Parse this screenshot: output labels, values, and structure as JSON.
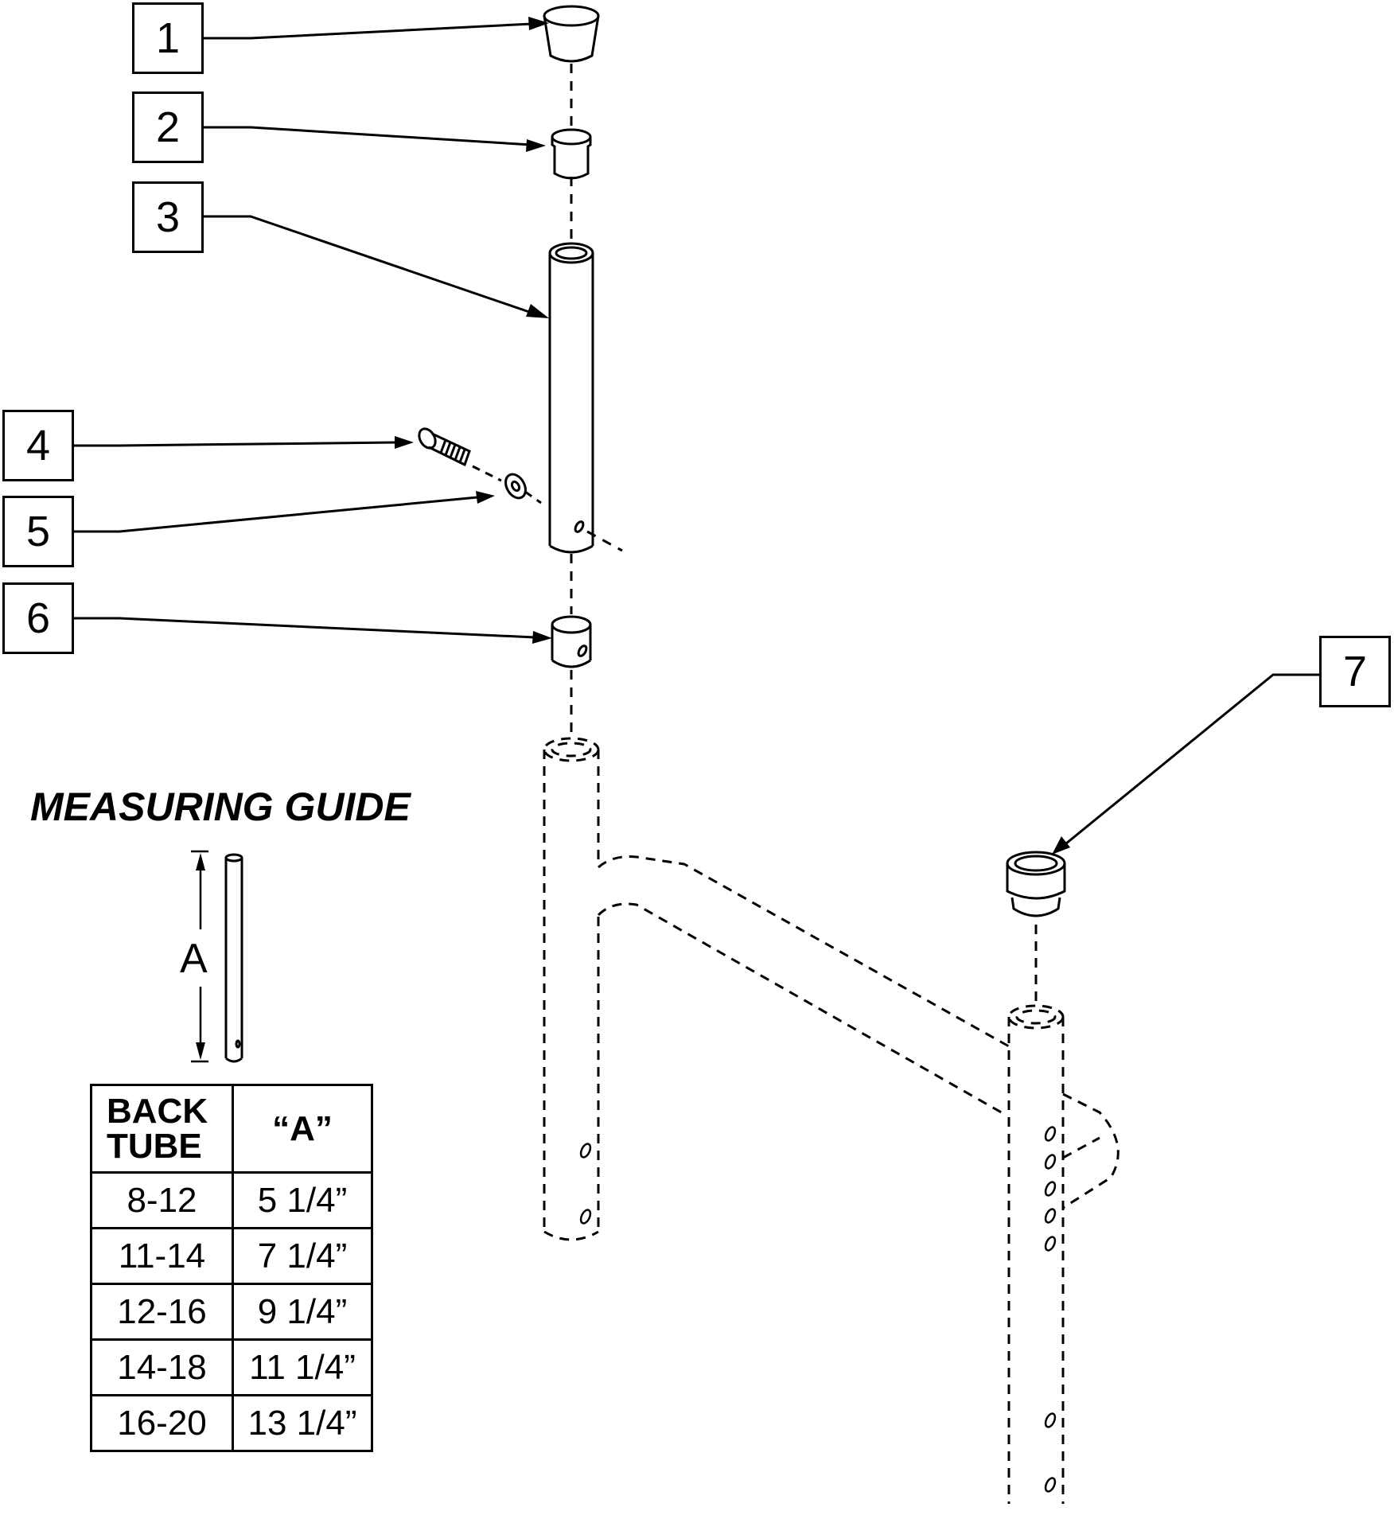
{
  "callouts": [
    "1",
    "2",
    "3",
    "4",
    "5",
    "6",
    "7"
  ],
  "measuring_guide": {
    "title": "MEASURING GUIDE",
    "dimension_label": "A",
    "table": {
      "headers": [
        "BACK\nTUBE",
        "“A”"
      ],
      "rows": [
        [
          "8-12",
          "5 1/4”"
        ],
        [
          "11-14",
          "7 1/4”"
        ],
        [
          "12-16",
          "9 1/4”"
        ],
        [
          "14-18",
          "11 1/4”"
        ],
        [
          "16-20",
          "13 1/4”"
        ]
      ]
    }
  }
}
